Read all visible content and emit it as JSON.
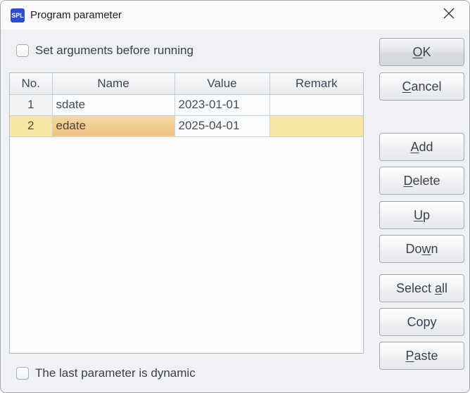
{
  "titlebar": {
    "title": "Program parameter",
    "app_icon_text": "SPL"
  },
  "top_checkbox": {
    "label": "Set arguments before running",
    "checked": false
  },
  "bottom_checkbox": {
    "label": "The last parameter is dynamic",
    "checked": false
  },
  "table": {
    "columns": [
      "No.",
      "Name",
      "Value",
      "Remark"
    ],
    "rows": [
      {
        "no": "1",
        "name": "sdate",
        "value": "2023-01-01",
        "remark": "",
        "selected": false
      },
      {
        "no": "2",
        "name": "edate",
        "value": "2025-04-01",
        "remark": "",
        "selected": true,
        "anchor_cell": "name",
        "editing_cell": "value"
      }
    ]
  },
  "buttons": [
    {
      "id": "ok",
      "label": "OK",
      "mnemonic": "O"
    },
    {
      "id": "cancel",
      "label": "Cancel",
      "mnemonic": "C"
    },
    {
      "id": "add",
      "label": "Add",
      "mnemonic": "A"
    },
    {
      "id": "delete",
      "label": "Delete",
      "mnemonic": "D"
    },
    {
      "id": "up",
      "label": "Up",
      "mnemonic": "U"
    },
    {
      "id": "down",
      "label": "Down",
      "mnemonic": "w"
    },
    {
      "id": "select-all",
      "label": "Select all",
      "mnemonic": "a"
    },
    {
      "id": "copy",
      "label": "Copy",
      "mnemonic": null
    },
    {
      "id": "paste",
      "label": "Paste",
      "mnemonic": "P"
    }
  ],
  "colors": {
    "titlebar_bg": "#fbfafa",
    "body_bg": "#eff1f4",
    "spl_icon_blue": "#2d4cd0",
    "row_selected_yellow": "#f6e8a2",
    "anchor_cell_orange_top": "#f5d8a2",
    "anchor_cell_orange_bottom": "#eec184",
    "header_text": "#3e4857",
    "button_text": "#3a4450"
  }
}
